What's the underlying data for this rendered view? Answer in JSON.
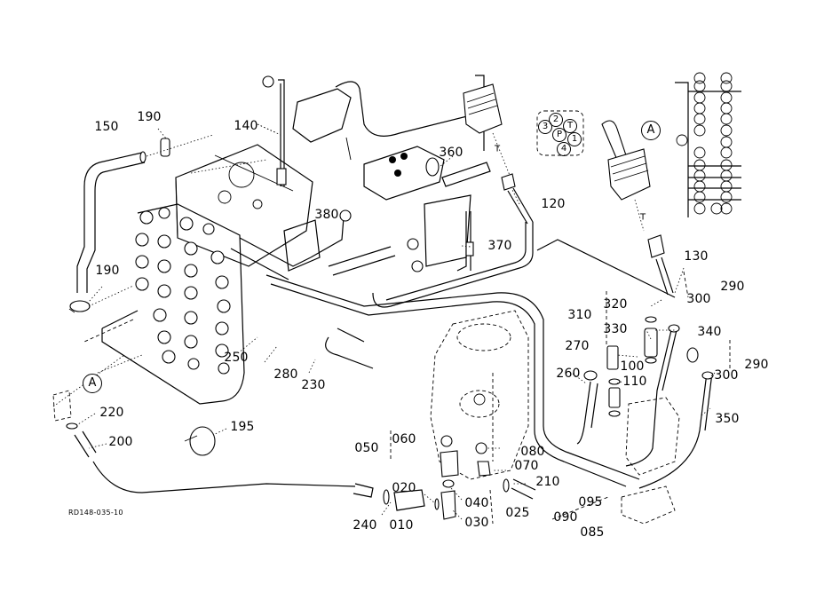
{
  "diagram": {
    "reference_code": "RD148-035-10",
    "detail_marker": "A",
    "callouts": [
      {
        "id": "150",
        "label": "150"
      },
      {
        "id": "190a",
        "label": "190"
      },
      {
        "id": "140",
        "label": "140"
      },
      {
        "id": "360",
        "label": "360"
      },
      {
        "id": "380",
        "label": "380"
      },
      {
        "id": "370",
        "label": "370"
      },
      {
        "id": "120",
        "label": "120"
      },
      {
        "id": "130",
        "label": "130"
      },
      {
        "id": "290a",
        "label": "290"
      },
      {
        "id": "300a",
        "label": "300"
      },
      {
        "id": "190b",
        "label": "190"
      },
      {
        "id": "310",
        "label": "310"
      },
      {
        "id": "320",
        "label": "320"
      },
      {
        "id": "330",
        "label": "330"
      },
      {
        "id": "340",
        "label": "340"
      },
      {
        "id": "270",
        "label": "270"
      },
      {
        "id": "100",
        "label": "100"
      },
      {
        "id": "290b",
        "label": "290"
      },
      {
        "id": "300b",
        "label": "300"
      },
      {
        "id": "260",
        "label": "260"
      },
      {
        "id": "110",
        "label": "110"
      },
      {
        "id": "250",
        "label": "250"
      },
      {
        "id": "280",
        "label": "280"
      },
      {
        "id": "230",
        "label": "230"
      },
      {
        "id": "350",
        "label": "350"
      },
      {
        "id": "220",
        "label": "220"
      },
      {
        "id": "195",
        "label": "195"
      },
      {
        "id": "200",
        "label": "200"
      },
      {
        "id": "050",
        "label": "050"
      },
      {
        "id": "060",
        "label": "060"
      },
      {
        "id": "080",
        "label": "080"
      },
      {
        "id": "070",
        "label": "070"
      },
      {
        "id": "210",
        "label": "210"
      },
      {
        "id": "020",
        "label": "020"
      },
      {
        "id": "040",
        "label": "040"
      },
      {
        "id": "025",
        "label": "025"
      },
      {
        "id": "095",
        "label": "095"
      },
      {
        "id": "240",
        "label": "240"
      },
      {
        "id": "010",
        "label": "010"
      },
      {
        "id": "030",
        "label": "030"
      },
      {
        "id": "090",
        "label": "090"
      },
      {
        "id": "085",
        "label": "085"
      }
    ],
    "pilot_valve_ports": [
      "2",
      "T",
      "3",
      "P",
      "1",
      "4"
    ],
    "joystick_port_label": "T"
  }
}
